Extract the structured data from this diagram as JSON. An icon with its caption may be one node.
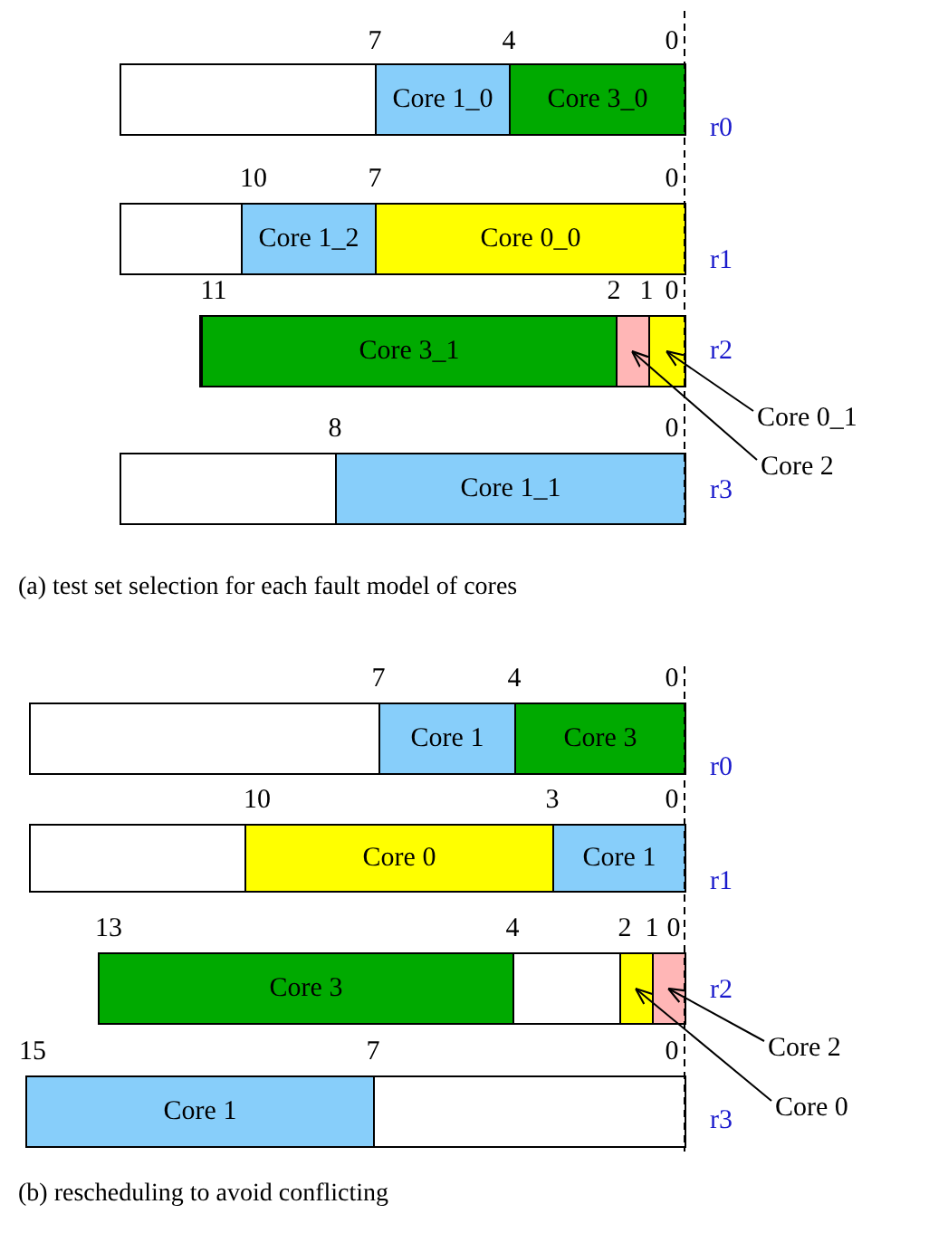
{
  "diagram": {
    "nodes": [
      {
        "text": [],
        "shape": "bar",
        "beside": [
          "r0"
        ]
      },
      {
        "text": [
          "Core 1_0"
        ],
        "in": 0
      },
      {
        "text": [
          "Core 3_0"
        ],
        "in": 0
      },
      {
        "text": [],
        "shape": "bar",
        "beside": [
          "r1"
        ]
      },
      {
        "text": [
          "Core 1_2"
        ],
        "in": 3
      },
      {
        "text": [
          "Core 0_0"
        ],
        "in": 3
      },
      {
        "text": [],
        "shape": "bar",
        "beside": [
          "r2"
        ]
      },
      {
        "text": [
          "Core 3_1"
        ],
        "in": 6
      },
      {
        "text": [],
        "shape": "box",
        "in": 6
      },
      {
        "text": [],
        "shape": "box",
        "in": 6
      },
      {
        "text": [
          "Core 0_1"
        ]
      },
      {
        "text": [
          "Core 2"
        ]
      },
      {
        "text": [],
        "shape": "bar",
        "beside": [
          "r3"
        ]
      },
      {
        "text": [
          "Core 1_1"
        ],
        "in": 12
      },
      {
        "text": [],
        "shape": "bar",
        "beside": [
          "r0"
        ]
      },
      {
        "text": [
          "Core 1"
        ],
        "in": 14
      },
      {
        "text": [
          "Core 3"
        ],
        "in": 14
      },
      {
        "text": [],
        "shape": "bar",
        "beside": [
          "r1"
        ]
      },
      {
        "text": [
          "Core 0"
        ],
        "in": 17
      },
      {
        "text": [
          "Core 1"
        ],
        "in": 17
      },
      {
        "text": [],
        "shape": "bar",
        "beside": [
          "r2"
        ]
      },
      {
        "text": [
          "Core 3"
        ],
        "in": 20
      },
      {
        "text": [],
        "shape": "box",
        "in": 20
      },
      {
        "text": [],
        "shape": "box",
        "in": 20
      },
      {
        "text": [
          "Core 2"
        ]
      },
      {
        "text": [
          "Core 0"
        ]
      },
      {
        "text": [],
        "shape": "bar",
        "beside": [
          "r3"
        ]
      },
      {
        "text": [
          "Core 1"
        ],
        "in": 26
      }
    ],
    "edges": [
      {
        "from": 10,
        "to": 9,
        "arrow": "to"
      },
      {
        "from": 11,
        "to": 8,
        "arrow": "to"
      },
      {
        "from": 24,
        "to": 23,
        "arrow": "to"
      },
      {
        "from": 25,
        "to": 22,
        "arrow": "to"
      }
    ],
    "labels": [
      "7",
      "4",
      "0",
      "10",
      "7",
      "0",
      "11",
      "2",
      "1",
      "0",
      "8",
      "0",
      "(a) test set selection for each fault model of cores",
      "7",
      "4",
      "0",
      "10",
      "3",
      "0",
      "13",
      "4",
      "2",
      "1",
      "0",
      "15",
      "7",
      "0",
      "(b) rescheduling to avoid conflicting"
    ]
  }
}
